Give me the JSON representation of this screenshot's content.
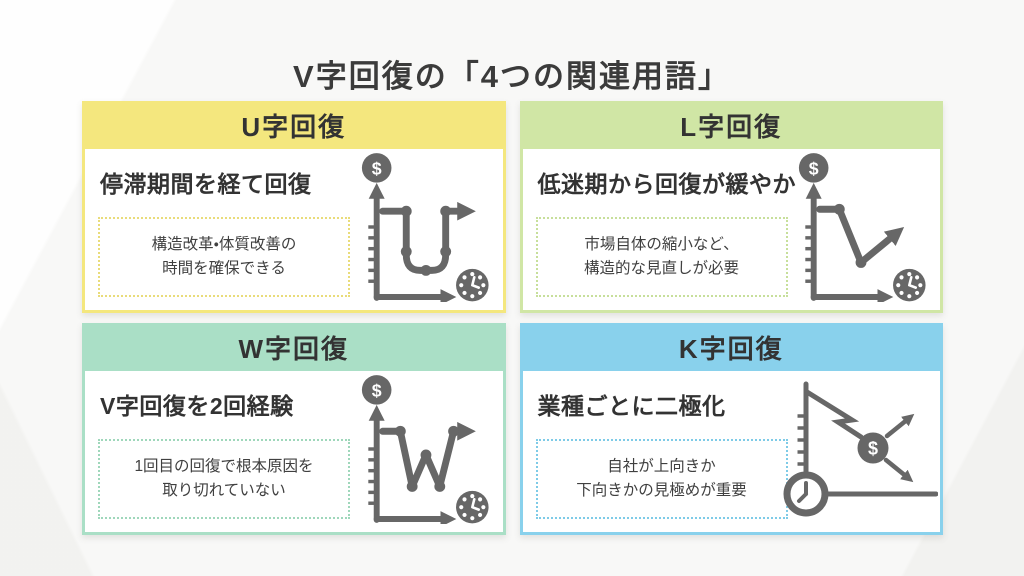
{
  "page": {
    "title": "V字回復の「4つの関連用語」"
  },
  "colors": {
    "background": "#f8f8f7",
    "title_text": "#3b3b3b",
    "headline_text": "#333333",
    "note_text": "#404040",
    "icon_gray": "#676767",
    "card_background": "#ffffff"
  },
  "symbols": {
    "dollar": "$"
  },
  "cards": [
    {
      "name": "u-recovery",
      "title": "U字回復",
      "headline": "停滞期間を経て回復",
      "note_line1": "構造改革・体質改善の",
      "note_line2": "時間を確保できる",
      "header_color": "#f4e77e",
      "note_border_color": "#e9dc7a",
      "chart": "u-shaped-line-with-money-and-time-axes"
    },
    {
      "name": "l-recovery",
      "title": "L字回復",
      "headline": "低迷期から回復が緩やか",
      "note_line1": "市場自体の縮小など、",
      "note_line2": "構造的な見直しが必要",
      "header_color": "#d0e6a5",
      "note_border_color": "#c7df9b",
      "chart": "l-shaped-line-with-money-and-time-axes"
    },
    {
      "name": "w-recovery",
      "title": "W字回復",
      "headline": "V字回復を2回経験",
      "note_line1": "1回目の回復で根本原因を",
      "note_line2": "取り切れていない",
      "header_color": "#aadfc6",
      "note_border_color": "#9fd7bb",
      "chart": "w-shaped-line-with-money-and-time-axes"
    },
    {
      "name": "k-recovery",
      "title": "K字回復",
      "headline": "業種ごとに二極化",
      "note_line1": "自社が上向きか",
      "note_line2": "下向きかの見極めが重要",
      "header_color": "#89d1ec",
      "note_border_color": "#7ecbe7",
      "chart": "k-shaped-diverging-arrows-with-money-and-time"
    }
  ]
}
